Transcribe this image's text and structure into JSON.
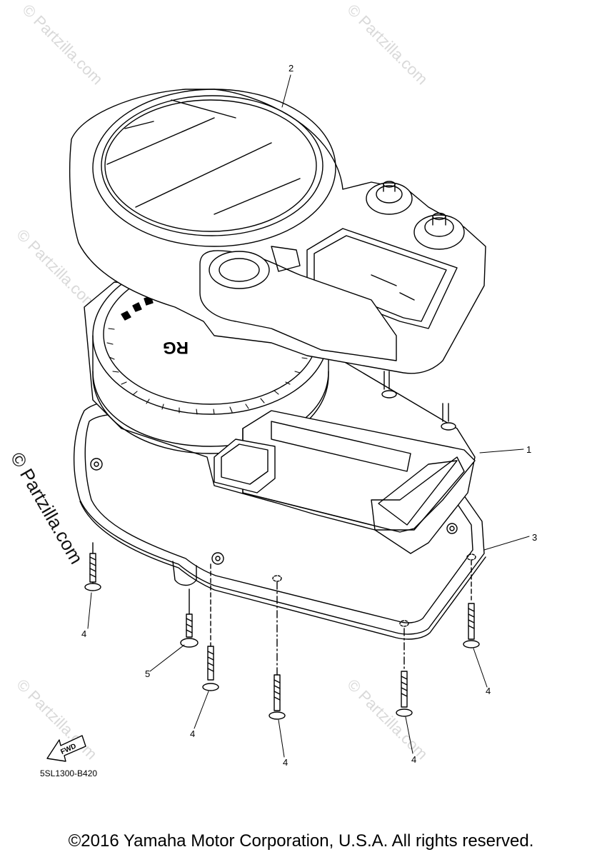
{
  "diagram": {
    "callouts": [
      {
        "id": "callout-1",
        "label": "1"
      },
      {
        "id": "callout-2",
        "label": "2"
      },
      {
        "id": "callout-3",
        "label": "3"
      },
      {
        "id": "callout-4a",
        "label": "4"
      },
      {
        "id": "callout-4b",
        "label": "4"
      },
      {
        "id": "callout-4c",
        "label": "4"
      },
      {
        "id": "callout-4d",
        "label": "4"
      },
      {
        "id": "callout-4e",
        "label": "4"
      },
      {
        "id": "callout-5",
        "label": "5"
      }
    ],
    "fwd_label": "FWD",
    "dial_logo": "RG",
    "watermark": "© Partzilla.com",
    "side_watermark": "© Partzilla.com",
    "part_code": "5SL1300-B420",
    "line_color": "#000000",
    "watermark_color": "#d9d9d9"
  },
  "footer": {
    "copyright": "©2016 Yamaha Motor Corporation, U.S.A. All rights reserved."
  }
}
